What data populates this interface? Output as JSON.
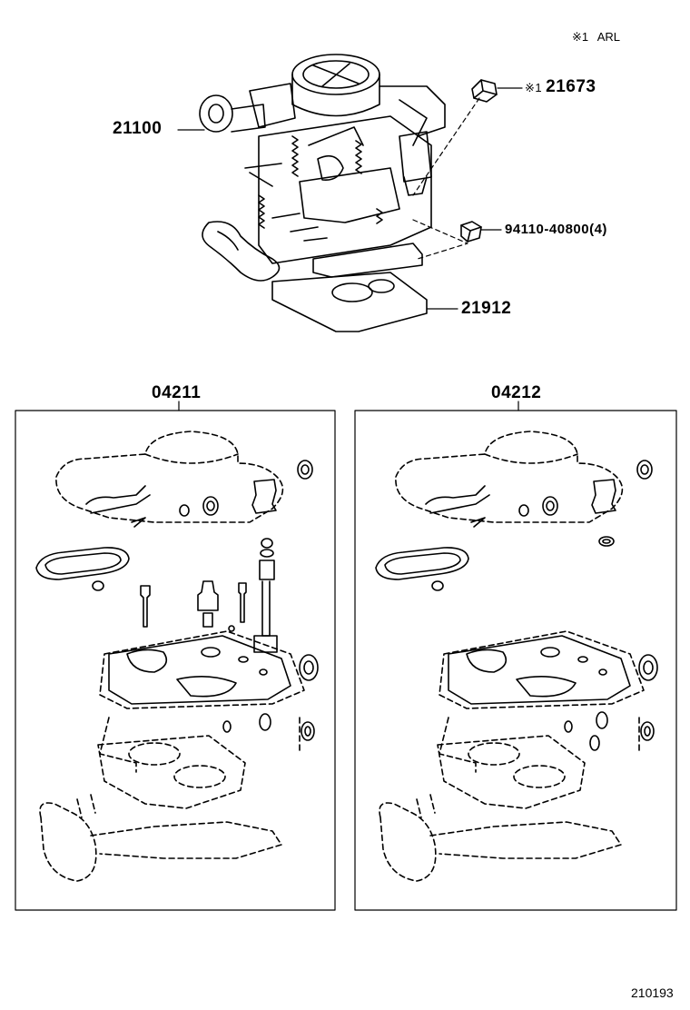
{
  "note": {
    "mark": "※1",
    "text": "ARL"
  },
  "parts": {
    "carburetor": "21100",
    "cap": "21673",
    "cap_mark": "※1",
    "nut": "94110-40800(4)",
    "insulator": "21912"
  },
  "kits": {
    "left": "04211",
    "right": "04212"
  },
  "figure_id": "210193"
}
